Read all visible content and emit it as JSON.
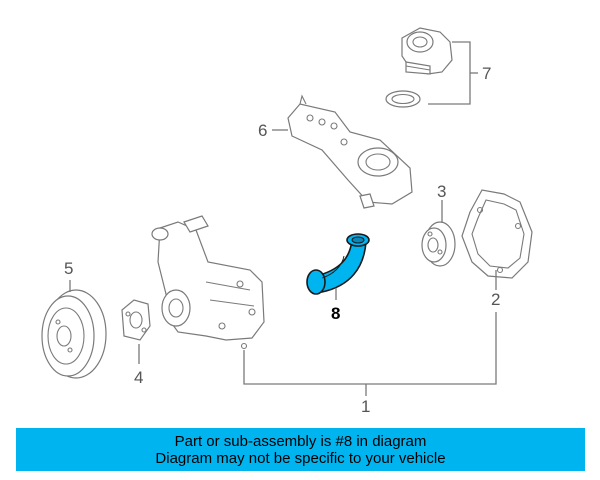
{
  "callouts": {
    "c1": "1",
    "c2": "2",
    "c3": "3",
    "c4": "4",
    "c5": "5",
    "c6": "6",
    "c7": "7",
    "c8": "8"
  },
  "banner": {
    "line1": "Part or sub-assembly is #8 in diagram",
    "line2": "Diagram may not be specific to your vehicle"
  },
  "colors": {
    "highlight": "#00b4f0",
    "banner_bg": "#00b4f0",
    "line_art": "#7a7a7a"
  }
}
